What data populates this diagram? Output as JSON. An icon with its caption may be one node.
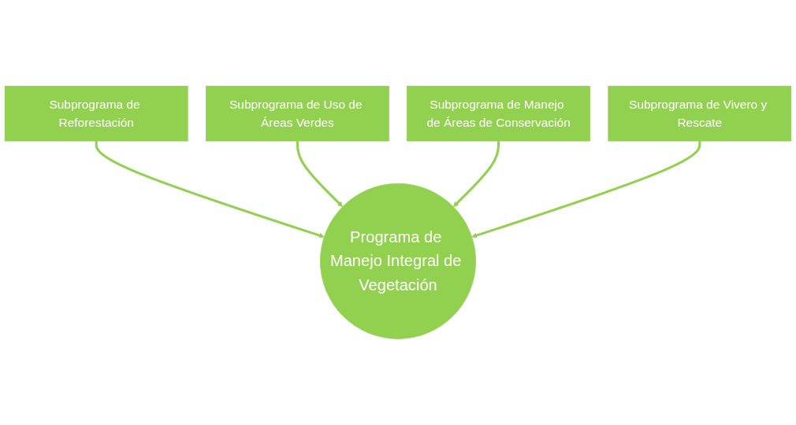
{
  "diagram": {
    "nodes": [
      {
        "text": [
          "Subprograma de Reforestación"
        ]
      },
      {
        "text": [
          "Subprograma de Uso de Áreas Verdes"
        ]
      },
      {
        "text": [
          "Subprograma de Manejo de Áreas de Conservación"
        ]
      },
      {
        "text": [
          "Subprograma de Vivero y Rescate"
        ]
      },
      {
        "text": [
          "Programa de Manejo Integral de Vegetación"
        ]
      }
    ],
    "edges": [
      {
        "from": 0,
        "to": 4,
        "arrow": "to"
      },
      {
        "from": 1,
        "to": 4,
        "arrow": "to"
      },
      {
        "from": 2,
        "to": 4,
        "arrow": "to"
      },
      {
        "from": 3,
        "to": 4,
        "arrow": "to"
      }
    ]
  }
}
